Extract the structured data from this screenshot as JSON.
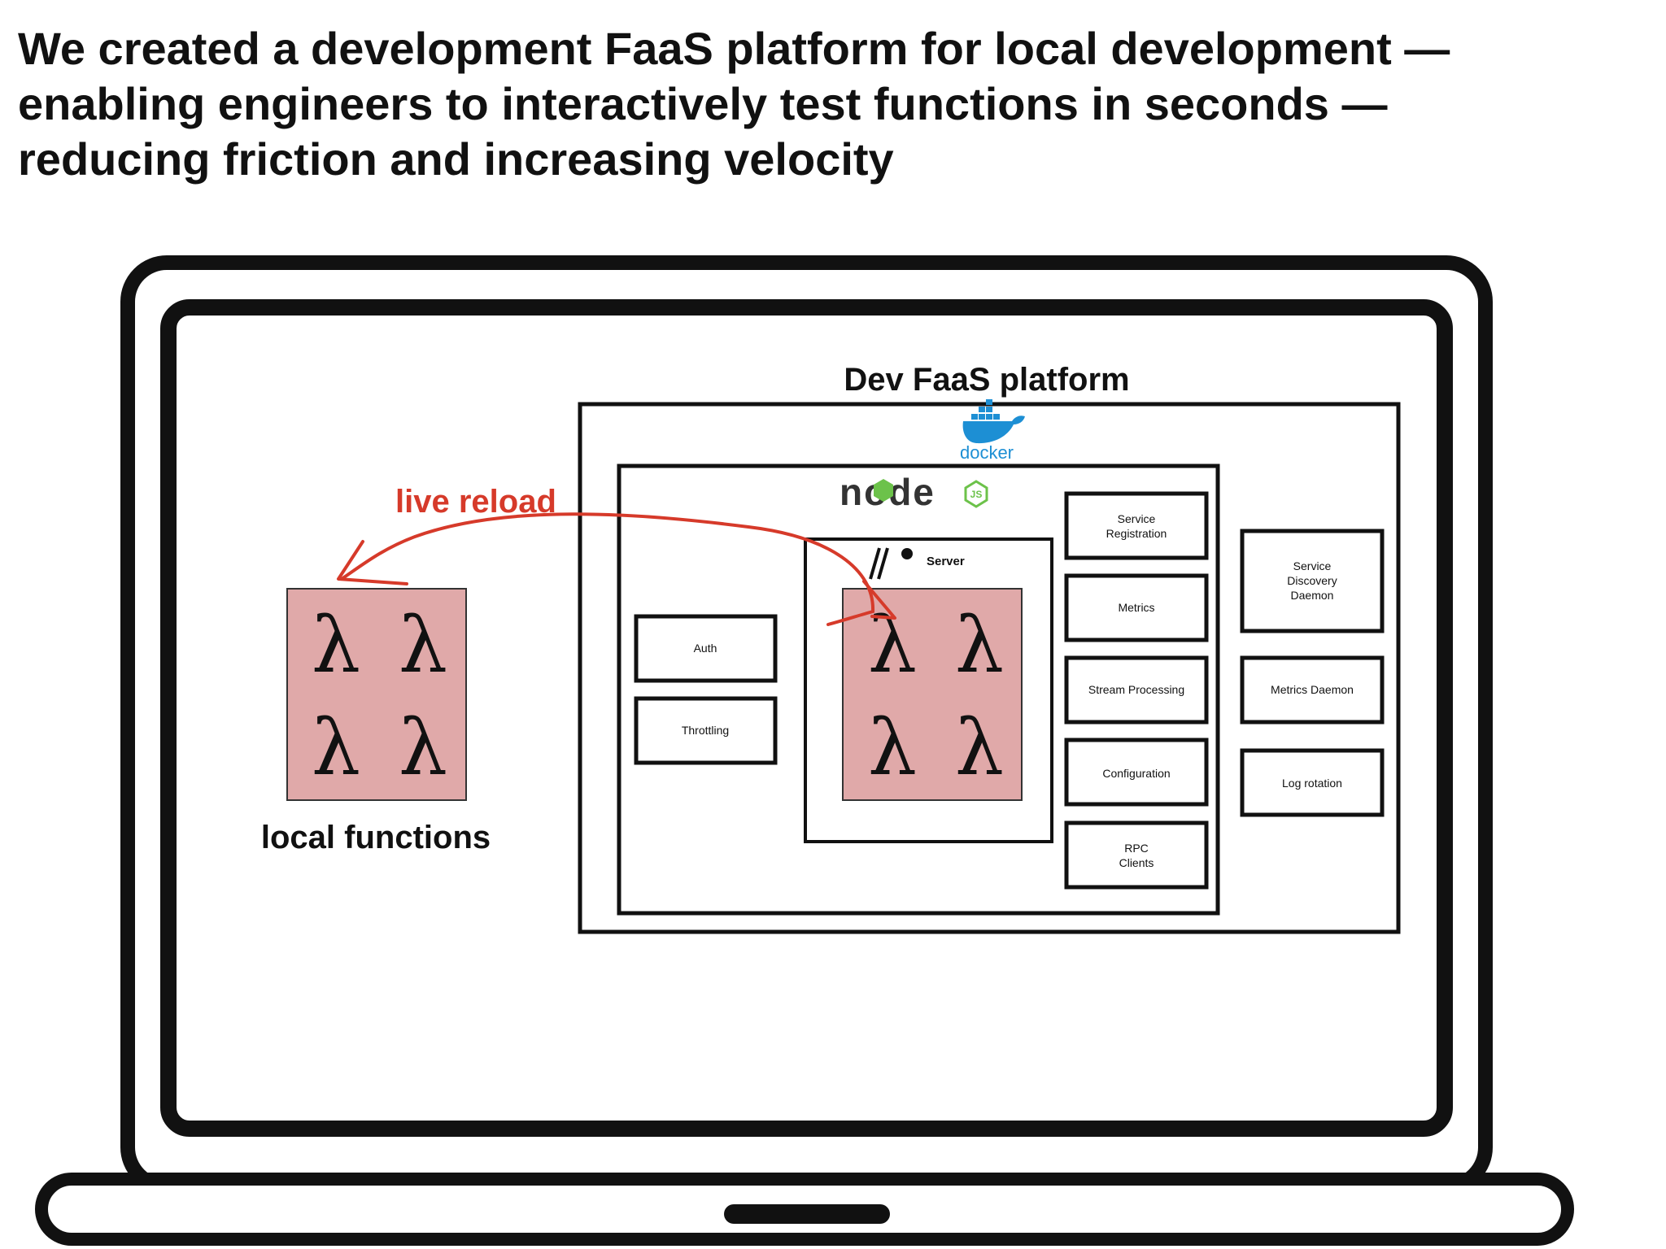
{
  "headline": {
    "line1": "We created a development FaaS platform for local development —",
    "line2": "enabling engineers to interactively test functions in seconds —",
    "line3": "reducing friction and increasing velocity"
  },
  "diagram": {
    "platform_title": "Dev FaaS platform",
    "docker_label": "docker",
    "node_label": "node",
    "js_badge": "JS",
    "server_label": "Server",
    "live_reload_label": "live reload",
    "local_functions_label": "local functions",
    "lambda_symbol": "λ",
    "boxes": {
      "auth": "Auth",
      "throttling": "Throttling",
      "service_registration_1": "Service",
      "service_registration_2": "Registration",
      "metrics": "Metrics",
      "stream_processing": "Stream Processing",
      "configuration": "Configuration",
      "rpc_clients_1": "RPC",
      "rpc_clients_2": "Clients",
      "service_discovery_1": "Service",
      "service_discovery_2": "Discovery",
      "service_discovery_3": "Daemon",
      "metrics_daemon": "Metrics Daemon",
      "log_rotation": "Log rotation"
    },
    "colors": {
      "lambda_fill": "#e0a9a9",
      "arrow": "#d63a2a",
      "docker_blue": "#1d8fd4",
      "node_green": "#6cc24a",
      "outline": "#111111"
    }
  }
}
